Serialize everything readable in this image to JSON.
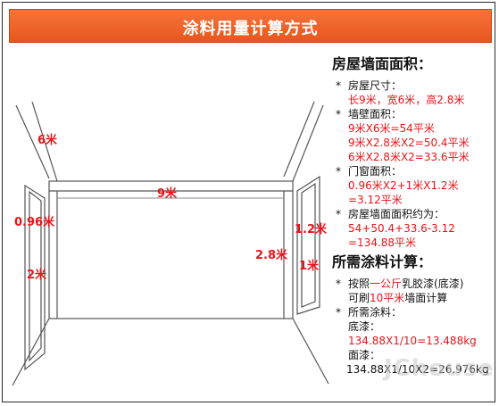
{
  "header": {
    "title": "涂料用量计算方式"
  },
  "diagram": {
    "labels": {
      "depth": "6米",
      "length": "9米",
      "height": "2.8米",
      "window_w": "0.96米",
      "window_h": "2米",
      "door_h": "1.2米",
      "door_w": "1米"
    }
  },
  "panel": {
    "area_title": "房屋墙面面积：",
    "size_label": "房屋尺寸：",
    "size_value": "长9米，宽6米，高2.8米",
    "wall_label": "墙壁面积：",
    "wall_lines": [
      "9米X6米=54平米",
      "9米X2.8米X2=50.4平米",
      "6米X2.8米X2=33.6平米"
    ],
    "door_label": "门窗面积：",
    "door_lines": [
      "0.96米X2+1米X1.2米",
      "=3.12平米"
    ],
    "total_label": "房屋墙面面积约为：",
    "total_lines": [
      "54+50.4+33.6-3.12",
      "=134.88平米"
    ],
    "paint_title": "所需涂料计算：",
    "rule_prefix": "按照",
    "rule_highlight": "一公斤",
    "rule_suffix": "乳胶漆(底漆)",
    "rule2_prefix": "可刷",
    "rule2_highlight": "10平米",
    "rule2_suffix": "墙面计算",
    "need_label": "所需涂料：",
    "base_label": "底漆：",
    "base_value": "134.88X1/10=13.488kg",
    "top_label": "面漆：",
    "top_value": "134.88X1/10X2=26.976kg"
  },
  "watermark": "JChouse"
}
